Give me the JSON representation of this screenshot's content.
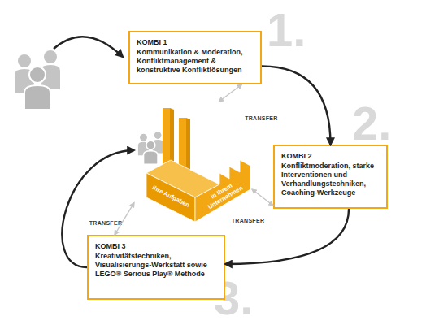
{
  "diagram": {
    "nodes": [
      {
        "text": [
          "KOMBI 1",
          "Kommunikation & Moderation, Konfliktmanagement & konstruktive Konfliktlösungen"
        ]
      },
      {
        "text": [
          "Ihre Aufgaben",
          "in Ihrem Unternehmen"
        ]
      },
      {
        "text": [
          "KOMBI 2",
          "Konfliktmoderation, starke Interventionen und Verhandlungstechniken, Coaching-Werkzeuge"
        ]
      },
      {
        "text": [
          "KOMBI 3",
          "Kreativitätstechniken, Visualisierungs-Werkstatt sowie LEGO® Serious Play® Methode"
        ]
      }
    ],
    "edges": [
      {
        "from": 0,
        "to": 2,
        "arrow": "to"
      },
      {
        "from": 2,
        "to": 3,
        "arrow": "to"
      },
      {
        "from": 3,
        "to": 1,
        "arrow": "to"
      },
      {
        "from": 1,
        "to": 0,
        "label": "TRANSFER",
        "arrow": "both"
      },
      {
        "from": 1,
        "to": 2,
        "label": "TRANSFER",
        "arrow": "both"
      },
      {
        "from": 1,
        "to": 3,
        "label": "TRANSFER",
        "arrow": "both"
      }
    ],
    "labels": [
      "1.",
      "2.",
      "3."
    ]
  }
}
